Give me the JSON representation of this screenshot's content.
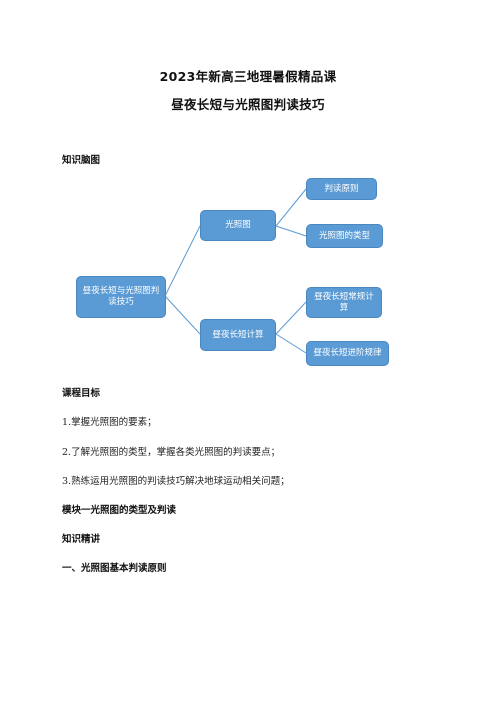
{
  "title": "2023年新高三地理暑假精品课",
  "subtitle": "昼夜长短与光照图判读技巧",
  "section_mindmap": "知识脑图",
  "mindmap": {
    "root": "昼夜长短与光照图判读技巧",
    "branches": [
      {
        "label": "光照图",
        "children": [
          "判读原则",
          "光照图的类型"
        ]
      },
      {
        "label": "昼夜长短计算",
        "children": [
          "昼夜长短常规计算",
          "昼夜长短进阶规律"
        ]
      }
    ]
  },
  "section_goals": "课程目标",
  "goals": [
    "1.掌握光照图的要素；",
    "2.了解光照图的类型，掌握各类光照图的判读要点；",
    "3.熟练运用光照图的判读技巧解决地球运动相关问题；"
  ],
  "module_title": "模块一光照图的类型及判读",
  "knowledge_title": "知识精讲",
  "section_one": "一、光照图基本判读原则",
  "colors": {
    "node_fill": "#5b9bd5",
    "node_border": "#4a87bf",
    "connector": "#5b9bd5"
  }
}
